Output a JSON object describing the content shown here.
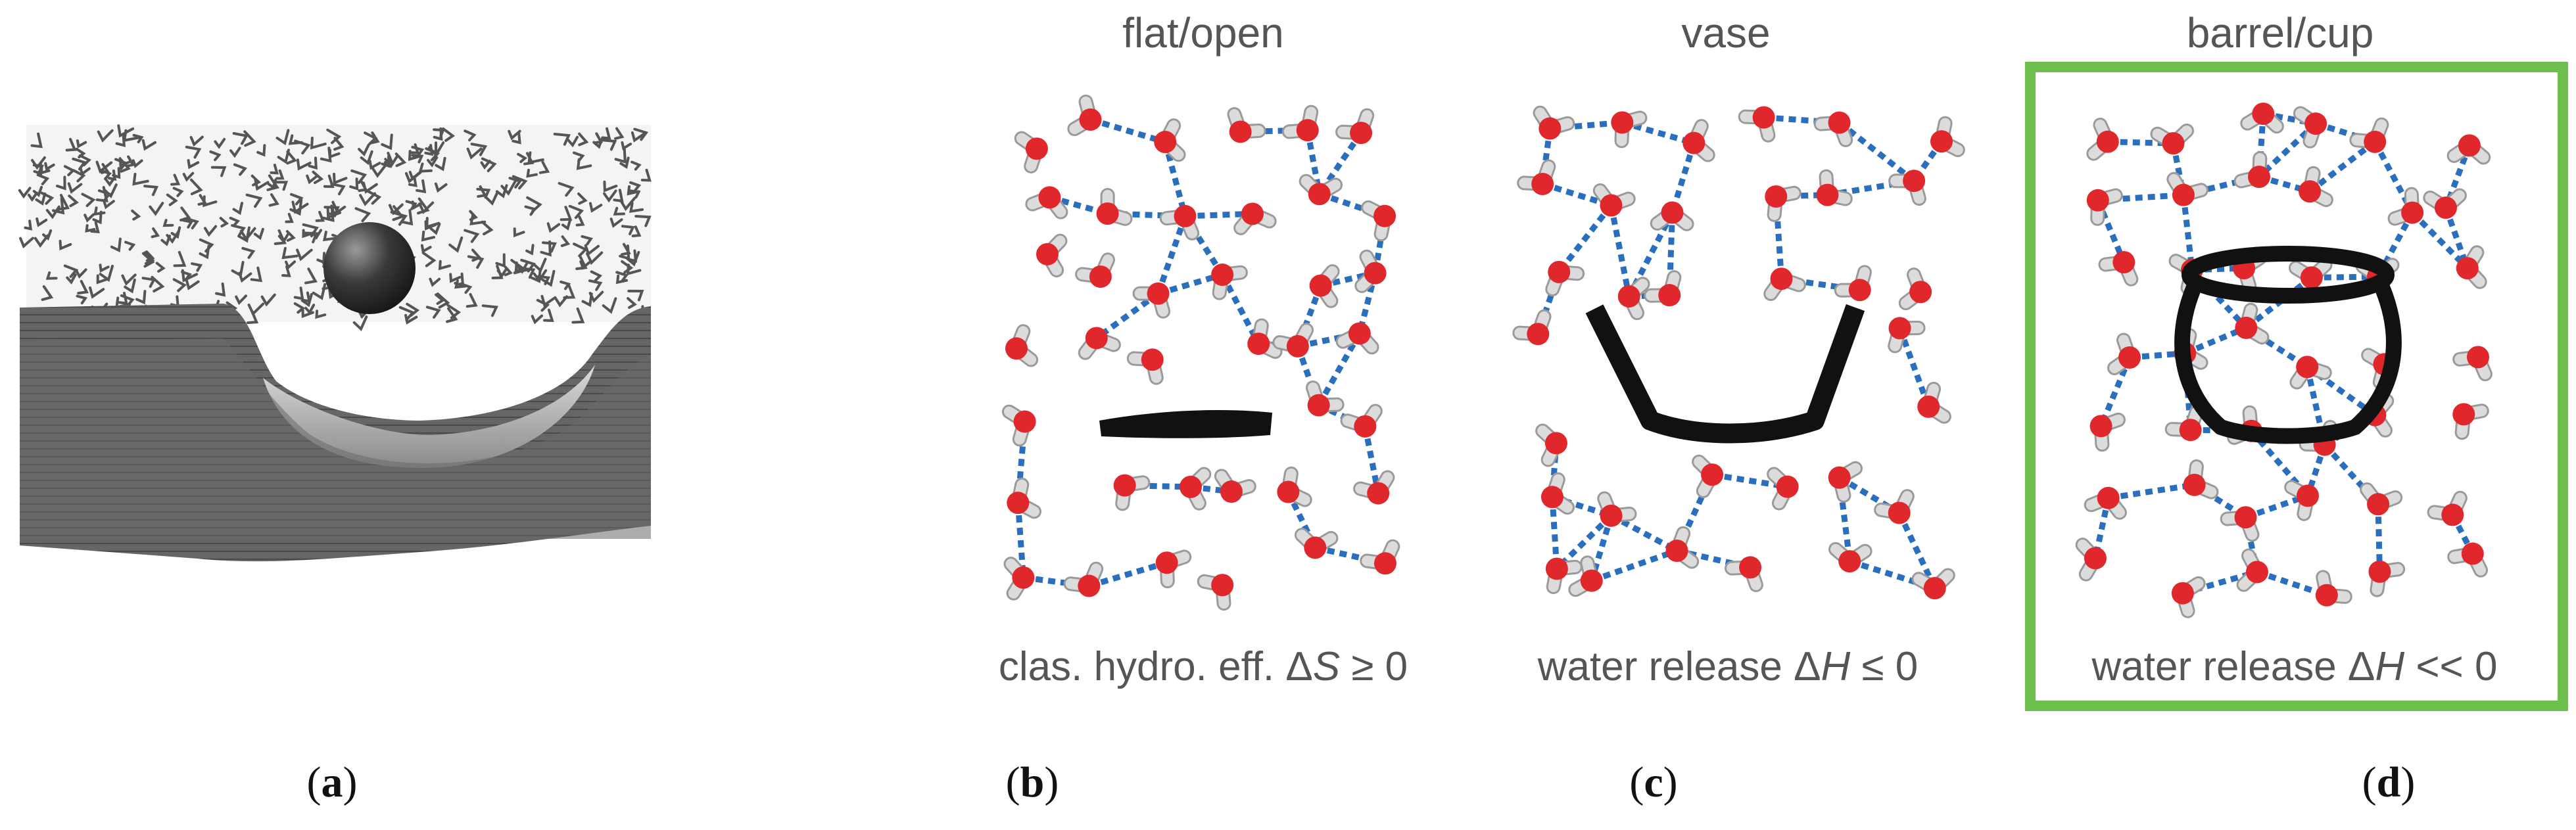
{
  "panels": {
    "b": {
      "title": "flat/open",
      "caption_pre": "clas. hydro. eff. Δ",
      "caption_var": "S",
      "caption_post": " ≥ 0"
    },
    "c": {
      "title": "vase",
      "caption_pre": "water release Δ",
      "caption_var": "H",
      "caption_post": " ≤  0"
    },
    "d": {
      "title": "barrel/cup",
      "caption_pre": "water release Δ",
      "caption_var": "H",
      "caption_post": " << 0",
      "frame_color": "#6cbf4a"
    }
  },
  "labels": {
    "a": "a",
    "b": "b",
    "c": "c",
    "d": "d"
  },
  "colors": {
    "oxygen": "#e0272b",
    "hydrogen": "#dcdcdc",
    "hbond": "#2a6fbd",
    "host": "#111111",
    "surface": "#6e6e6e",
    "sphere": "#333333"
  }
}
